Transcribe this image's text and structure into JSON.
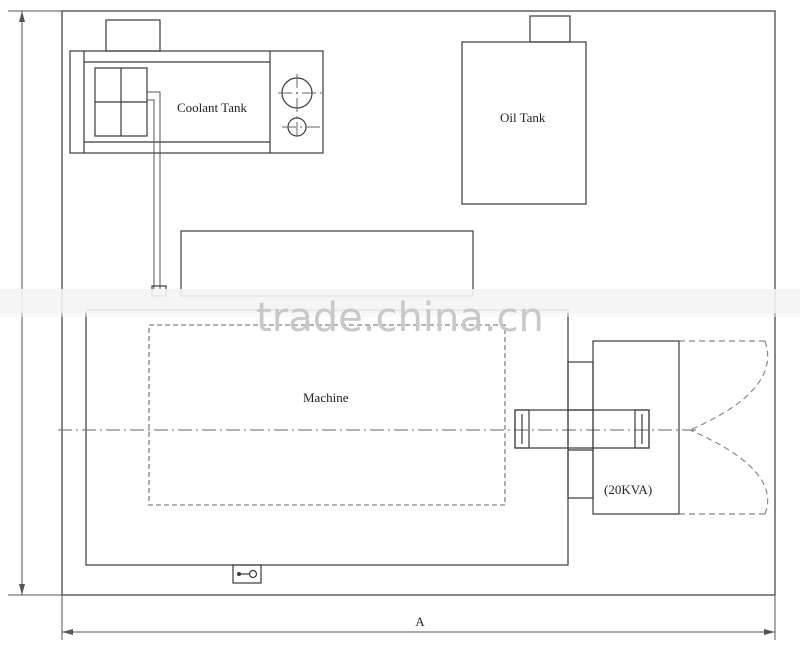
{
  "labels": {
    "coolant_tank": "Coolant Tank",
    "oil_tank": "Oil Tank",
    "machine": "Machine",
    "transformer": "(20KVA)",
    "dimension_a": "A"
  },
  "watermark": {
    "text": "trade.china.cn"
  },
  "colors": {
    "line": "#3a3a3a",
    "hidden_line": "#999999",
    "watermark": "#c8c8c8"
  }
}
